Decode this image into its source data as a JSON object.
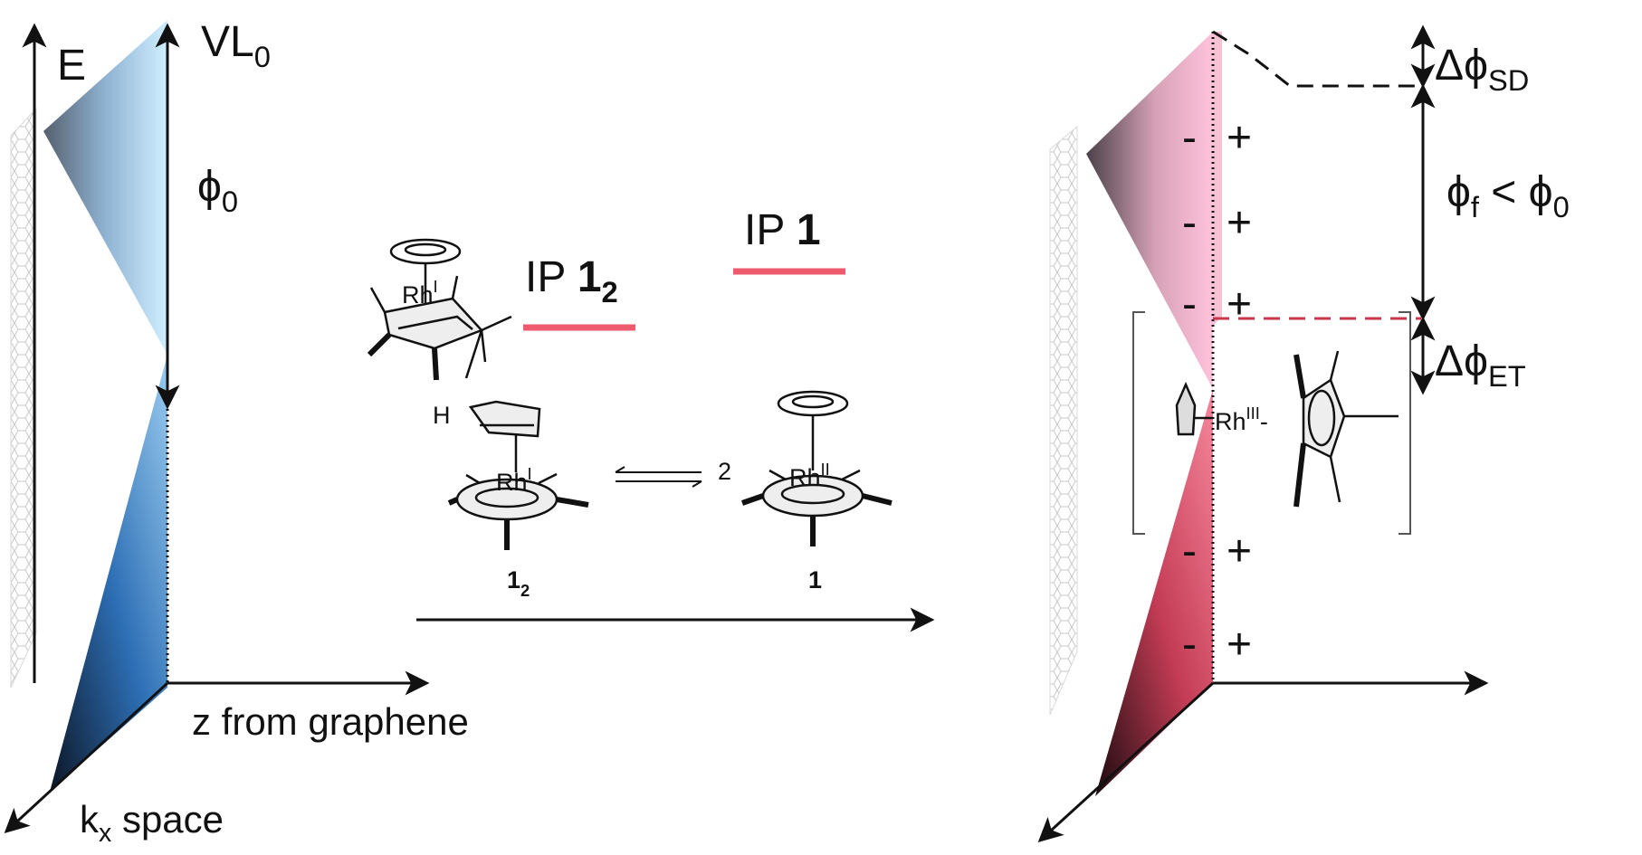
{
  "left_panel": {
    "energy_axis_label": "E",
    "vacuum_level": {
      "base": "VL",
      "sub": "0"
    },
    "work_function": {
      "base": "ϕ",
      "sub": "0"
    },
    "z_axis_label": "z from graphene",
    "k_axis_label": {
      "base": "k",
      "sub": "x",
      "tail": " space"
    }
  },
  "middle": {
    "ip_dimer": {
      "text": "IP ",
      "bold": "1",
      "sub": "2"
    },
    "ip_monomer": {
      "text": "IP ",
      "bold": "1"
    },
    "dimer_label": {
      "bold": "1",
      "sub": "2"
    },
    "monomer_label": "1",
    "stoich": "2",
    "rh_top": {
      "base": "Rh",
      "sup": "I"
    },
    "rh_bottom": {
      "base": "Rh",
      "sup": "I"
    },
    "rh_monomer": {
      "base": "Rh",
      "sup": "II"
    },
    "h_label": "H",
    "ip_bar_color": "#ee5a6e"
  },
  "right_panel": {
    "delta_sd": {
      "base": "Δϕ",
      "sub": "SD"
    },
    "phi_f_relation": {
      "a": "ϕ",
      "a_sub": "f",
      "op": " < ",
      "b": "ϕ",
      "b_sub": "0"
    },
    "delta_et": {
      "base": "Δϕ",
      "sub": "ET"
    },
    "cation": {
      "base": "Rh",
      "sup": "III",
      "tail": "-"
    },
    "minus_sign": "-",
    "plus_sign": "+"
  },
  "colors": {
    "blue_light": "#bfe3f7",
    "blue_dark": "#2d6fb5",
    "pink_light": "#f7b7cf",
    "pink_dark": "#e8576e",
    "dashed_red": "#c8374d"
  }
}
